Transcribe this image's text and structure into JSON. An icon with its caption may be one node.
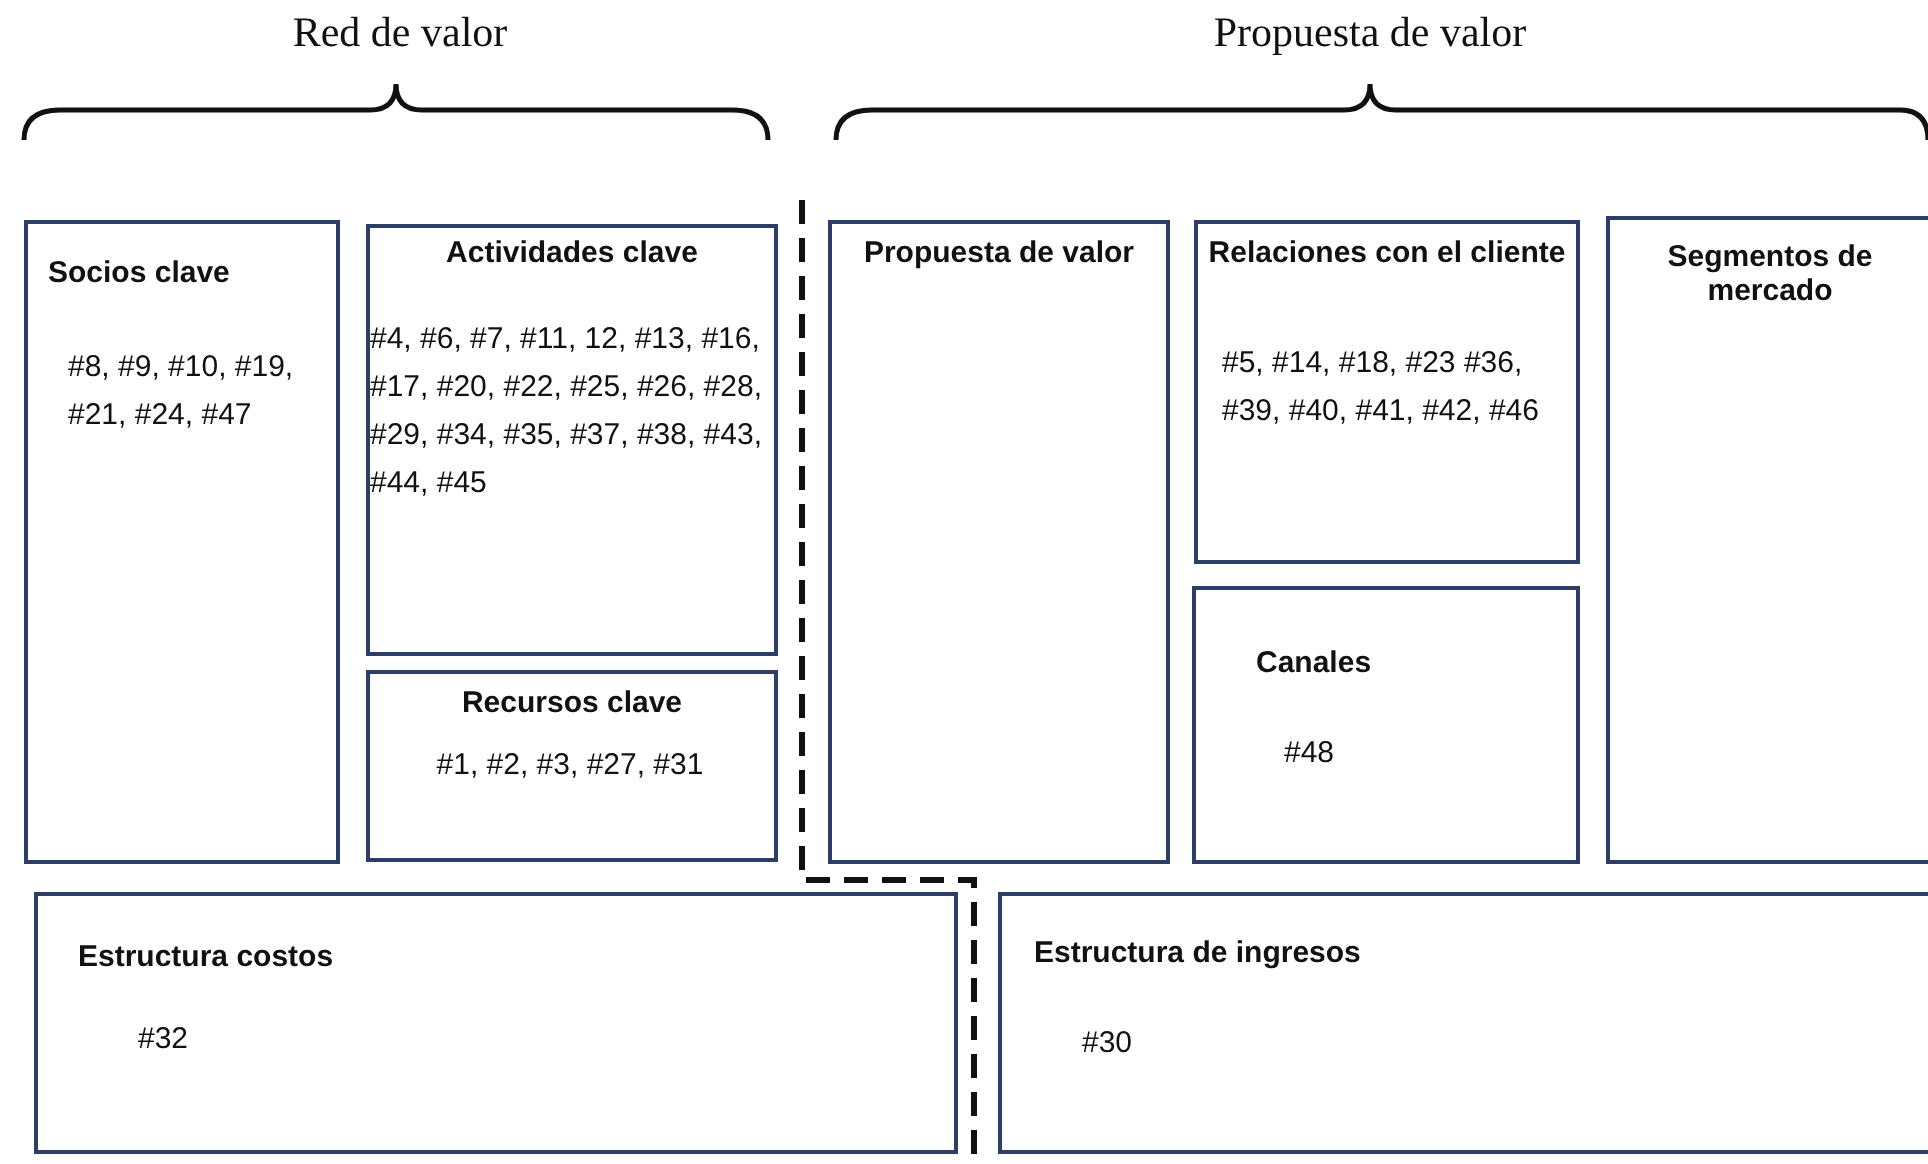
{
  "diagram": {
    "nodes": [
      {
        "text": [
          "Socios clave",
          "#8, #9, #10, #19, #21, #24, #47"
        ]
      },
      {
        "text": [
          "Actividades clave",
          "#4, #6, #7, #11, 12, #13, #16, #17, #20, #22, #25, #26, #28, #29, #34, #35, #37, #38, #43, #44, #45"
        ]
      },
      {
        "text": [
          "Recursos clave",
          "#1, #2, #3, #27, #31"
        ]
      },
      {
        "text": [
          "Propuesta de valor"
        ]
      },
      {
        "text": [
          "Relaciones con el cliente",
          "#5, #14, #18, #23 #36, #39, #40, #41, #42, #46"
        ]
      },
      {
        "text": [
          "Canales",
          "#48"
        ]
      },
      {
        "text": [
          "Segmentos de mercado"
        ]
      },
      {
        "text": [
          "Estructura costos",
          "#32"
        ]
      },
      {
        "text": [
          "Estructura de ingresos",
          "#30"
        ]
      }
    ],
    "edges": [],
    "labels": [
      "Red de valor",
      "Propuesta de valor"
    ]
  }
}
